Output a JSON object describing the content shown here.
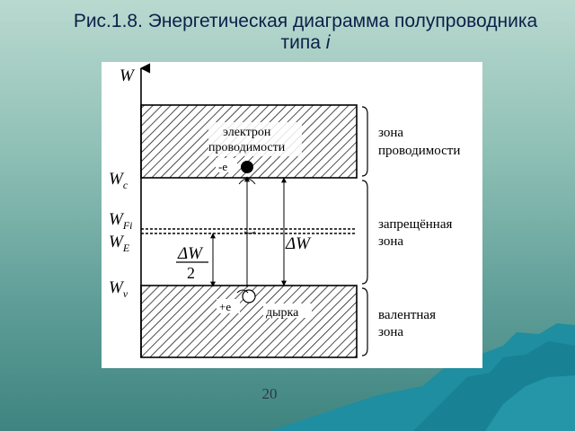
{
  "slide": {
    "title_line1": "Рис.1.8. Энергетическая диаграмма полупроводника",
    "title_line2_text": "типа ",
    "title_line2_italic": "i",
    "page_number": "20"
  },
  "diagram": {
    "axis_label": "W",
    "level_wc": "W",
    "level_wc_sub": "c",
    "level_wfi": "W",
    "level_wfi_sub": "Fi",
    "level_we": "W",
    "level_we_sub": "E",
    "level_wv": "W",
    "level_wv_sub": "v",
    "electron_label_1": "электрон",
    "electron_label_2": "проводимости",
    "electron_charge": "-e",
    "hole_charge": "+e",
    "hole_label": "дырка",
    "half_gap_num": "ΔW",
    "half_gap_den": "2",
    "gap_label": "ΔW",
    "zone_conduction_1": "зона",
    "zone_conduction_2": "проводимости",
    "zone_forbidden_1": "запрещённая",
    "zone_forbidden_2": "зона",
    "zone_valence_1": "валентная",
    "zone_valence_2": "зона"
  }
}
